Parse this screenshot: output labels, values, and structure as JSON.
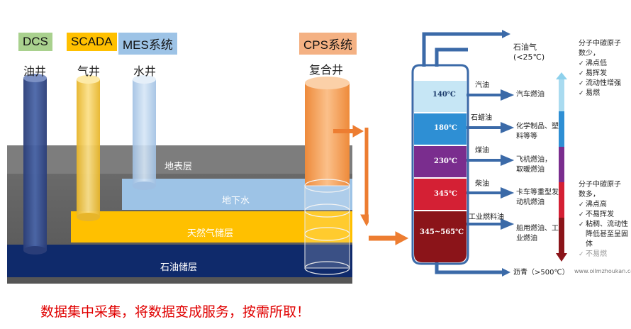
{
  "systems": {
    "dcs": "DCS",
    "scada": "SCADA",
    "mes": "MES系统",
    "cps": "CPS系统"
  },
  "wells": {
    "oil": "油井",
    "gas": "气井",
    "water": "水井",
    "composite": "复合井"
  },
  "layers": {
    "surface": "地表层",
    "groundwater": "地下水",
    "gas_reservoir": "天然气储层",
    "oil_reservoir": "石油储层"
  },
  "tower": {
    "temps": [
      "140℃",
      "180℃",
      "230℃",
      "345℃",
      "345~565℃"
    ],
    "fractions": [
      "汽油",
      "石蜡油",
      "煤油",
      "柴油",
      "工业燃料油"
    ],
    "top_product": [
      "石油气",
      "(<25℃)"
    ],
    "products": [
      [
        "汽车燃油"
      ],
      [
        "化学制品、塑",
        "料等等"
      ],
      [
        "飞机燃油，",
        "取暖燃油"
      ],
      [
        "卡车等重型发",
        "动机燃油"
      ],
      [
        "船用燃油、工",
        "业燃油"
      ]
    ],
    "bottom_product": "沥青（>500℃）",
    "colors": [
      "#c6e6f5",
      "#2e8fd4",
      "#7a2d8e",
      "#d42034",
      "#8b1419"
    ]
  },
  "notes": {
    "light_title": [
      "分子中碳原子",
      "数少，"
    ],
    "light_items": [
      "沸点低",
      "易挥发",
      "流动性增强",
      "易燃"
    ],
    "heavy_title": [
      "分子中碳原子",
      "数多，"
    ],
    "heavy_items": [
      "沸点高",
      "不易挥发",
      "粘稠、流动性降低甚至呈固体",
      "不易燃"
    ],
    "watermark": "www.oilmzhoukan.com"
  },
  "footer": "数据集中采集，将数据变成服务，按需所取！"
}
